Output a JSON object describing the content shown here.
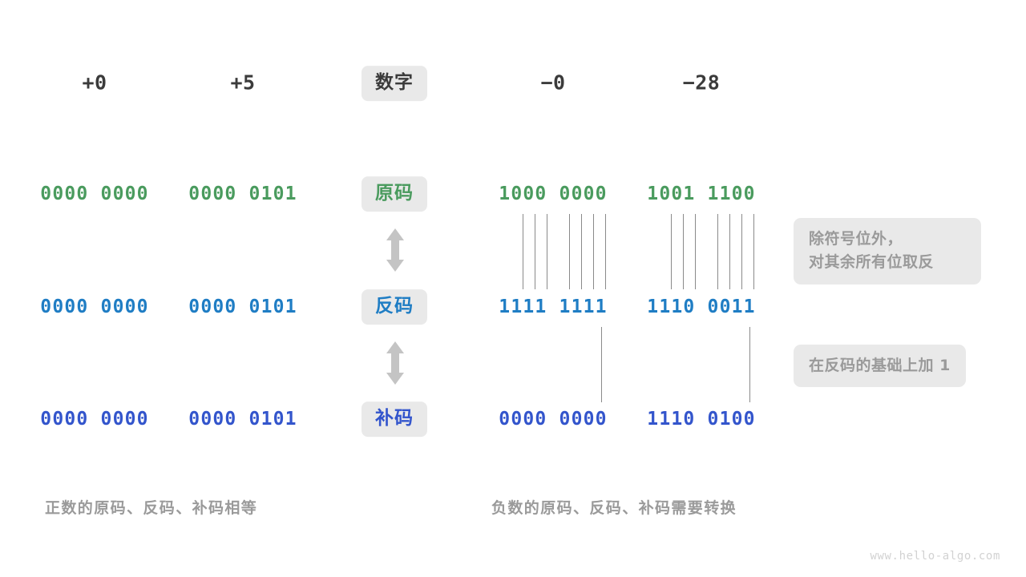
{
  "diagram": {
    "title_row": {
      "label_badge": "数字",
      "values": [
        "+0",
        "+5",
        "−0",
        "−28"
      ]
    },
    "rows": [
      {
        "badge": "原码",
        "color": "#4a9b5e",
        "cells": [
          "0000 0000",
          "0000 0101",
          "1000 0000",
          "1001 1100"
        ]
      },
      {
        "badge": "反码",
        "color": "#1f7dc4",
        "cells": [
          "0000 0000",
          "0000 0101",
          "1111 1111",
          "1110 0011"
        ]
      },
      {
        "badge": "补码",
        "color": "#3355cc",
        "cells": [
          "0000 0000",
          "0000 0101",
          "0000 0000",
          "1110 0100"
        ]
      }
    ],
    "notes": [
      "除符号位外，\n对其余所有位取反",
      "在反码的基础上加 1"
    ],
    "captions": {
      "left": "正数的原码、反码、补码相等",
      "right": "负数的原码、反码、补码需要转换"
    },
    "watermark": "www.hello-algo.com",
    "colors": {
      "badge_bg": "#e9e9e9",
      "note_bg": "#e9e9e9",
      "note_text": "#9a9a9a",
      "caption_text": "#9a9a9a",
      "dark_text": "#3b3b3b",
      "line": "#8a8a8a",
      "arrow": "#c4c4c4"
    }
  }
}
